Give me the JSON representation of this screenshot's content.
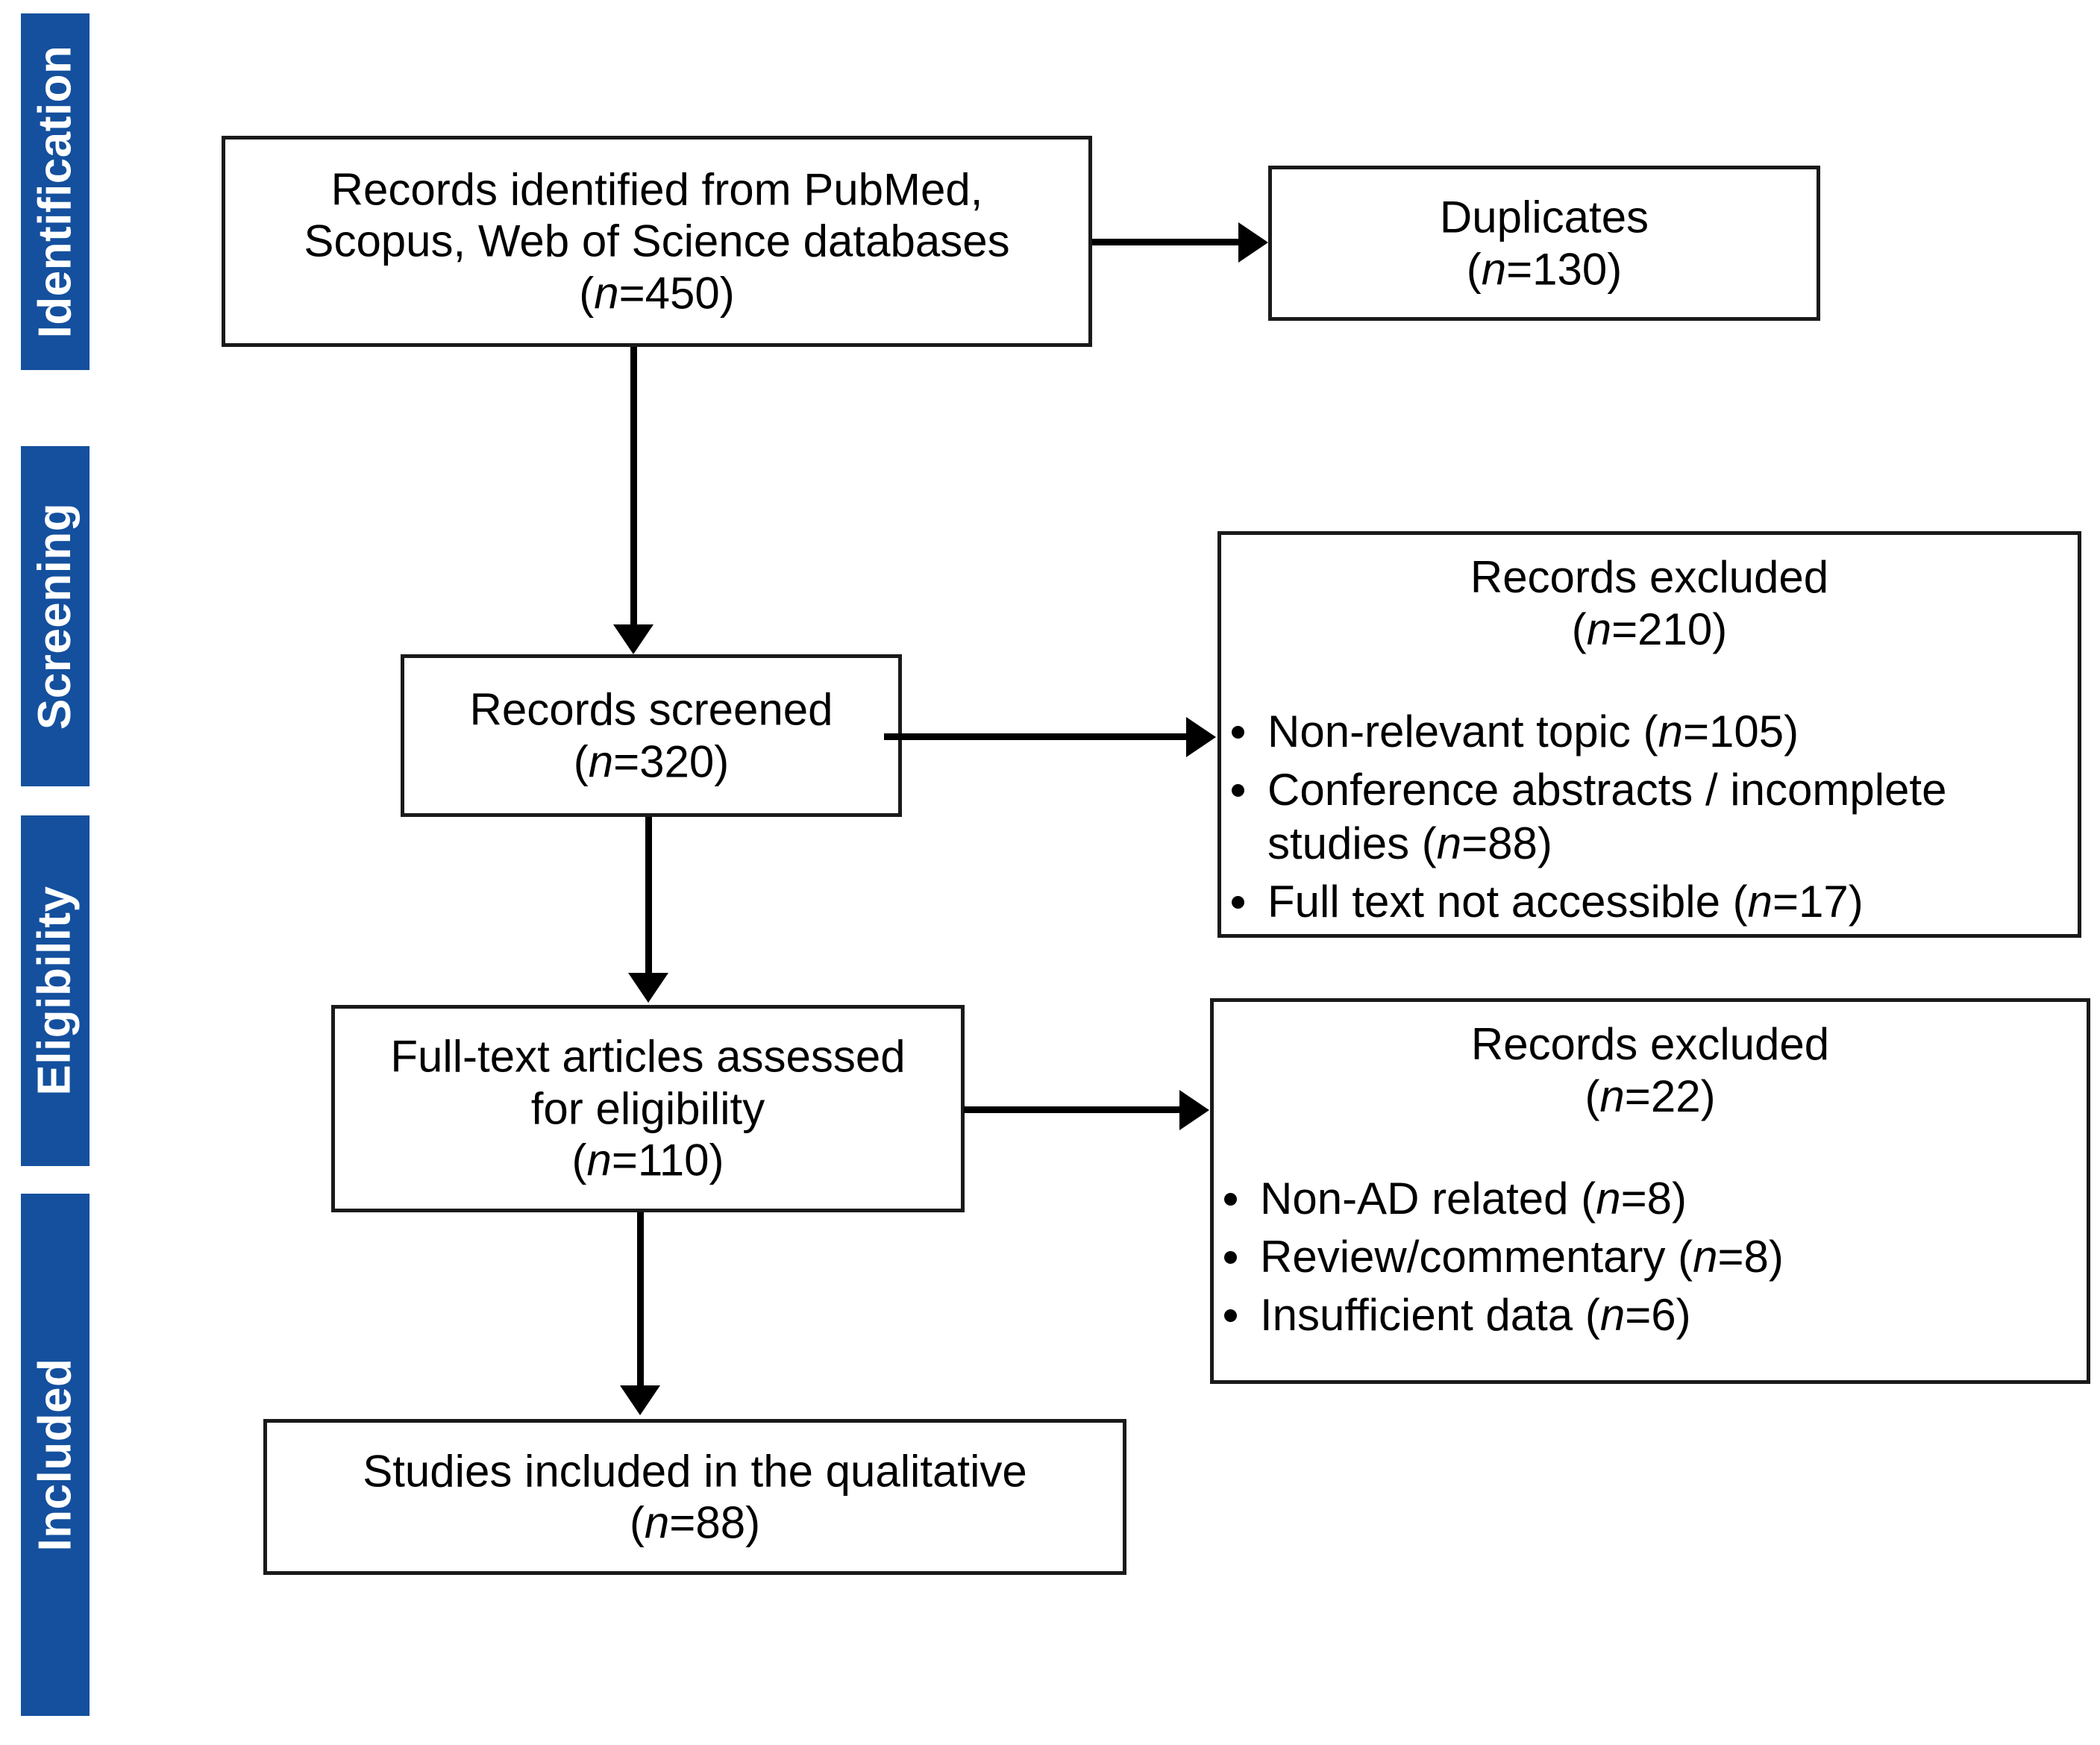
{
  "diagram": {
    "title": "PRISMA flow diagram",
    "accent_color": "#14509E",
    "line_color": "#000000",
    "box_border_color": "#1a1a1a",
    "background": "#ffffff"
  },
  "stages": [
    {
      "id": "identification",
      "label": "Identification"
    },
    {
      "id": "screening",
      "label": "Screening"
    },
    {
      "id": "eligibility",
      "label": "Eligibility"
    },
    {
      "id": "included",
      "label": "Included"
    }
  ],
  "boxes": {
    "identified": {
      "text": "Records identified from PubMed,\nScopus, Web of Science databases",
      "count_prefix": "(",
      "count_n": "n",
      "count_value": "=450)"
    },
    "duplicates": {
      "text": "Duplicates",
      "count_prefix": "(",
      "count_n": "n",
      "count_value": "=130)"
    },
    "screened": {
      "text": "Records screened",
      "count_prefix": "(",
      "count_n": "n",
      "count_value": "=320)"
    },
    "excluded_screening": {
      "text": "Records excluded",
      "count_prefix": "(",
      "count_n": "n",
      "count_value": "=210)",
      "reasons": [
        {
          "label": "Non-relevant topic (",
          "n": "n",
          "value": "=105)"
        },
        {
          "label": "Conference abstracts / incomplete studies (",
          "n": "n",
          "value": "=88)"
        },
        {
          "label": "Full text not accessible (",
          "n": "n",
          "value": "=17)"
        }
      ]
    },
    "fulltext": {
      "text": "Full-text articles assessed\nfor eligibility",
      "count_prefix": "(",
      "count_n": "n",
      "count_value": "=110)"
    },
    "excluded_eligibility": {
      "text": "Records excluded",
      "count_prefix": "(",
      "count_n": "n",
      "count_value": "=22)",
      "reasons": [
        {
          "label": "Non-AD related (",
          "n": "n",
          "value": "=8)"
        },
        {
          "label": "Review/commentary (",
          "n": "n",
          "value": "=8)"
        },
        {
          "label": "Insufficient data (",
          "n": "n",
          "value": "=6)"
        }
      ]
    },
    "included": {
      "text": "Studies included in the qualitative",
      "count_prefix": "(",
      "count_n": "n",
      "count_value": "=88)"
    }
  },
  "chart_data": {
    "type": "diagram",
    "title": "PRISMA flow diagram",
    "nodes": [
      {
        "id": "identified",
        "stage": "Identification",
        "label": "Records identified from PubMed, Scopus, Web of Science databases",
        "n": 450
      },
      {
        "id": "duplicates",
        "stage": "Identification",
        "label": "Duplicates",
        "n": 130
      },
      {
        "id": "screened",
        "stage": "Screening",
        "label": "Records screened",
        "n": 320
      },
      {
        "id": "excluded_screening",
        "stage": "Screening",
        "label": "Records excluded",
        "n": 210,
        "reasons": [
          {
            "label": "Non-relevant topic",
            "n": 105
          },
          {
            "label": "Conference abstracts / incomplete studies",
            "n": 88
          },
          {
            "label": "Full text not accessible",
            "n": 17
          }
        ]
      },
      {
        "id": "fulltext",
        "stage": "Eligibility",
        "label": "Full-text articles assessed for eligibility",
        "n": 110
      },
      {
        "id": "excluded_eligibility",
        "stage": "Eligibility",
        "label": "Records excluded",
        "n": 22,
        "reasons": [
          {
            "label": "Non-AD related",
            "n": 8
          },
          {
            "label": "Review/commentary",
            "n": 8
          },
          {
            "label": "Insufficient data",
            "n": 6
          }
        ]
      },
      {
        "id": "included",
        "stage": "Included",
        "label": "Studies included in the qualitative",
        "n": 88
      }
    ],
    "edges": [
      {
        "from": "identified",
        "to": "duplicates",
        "direction": "right"
      },
      {
        "from": "identified",
        "to": "screened",
        "direction": "down"
      },
      {
        "from": "screened",
        "to": "excluded_screening",
        "direction": "right"
      },
      {
        "from": "screened",
        "to": "fulltext",
        "direction": "down"
      },
      {
        "from": "fulltext",
        "to": "excluded_eligibility",
        "direction": "right"
      },
      {
        "from": "fulltext",
        "to": "included",
        "direction": "down"
      }
    ]
  }
}
